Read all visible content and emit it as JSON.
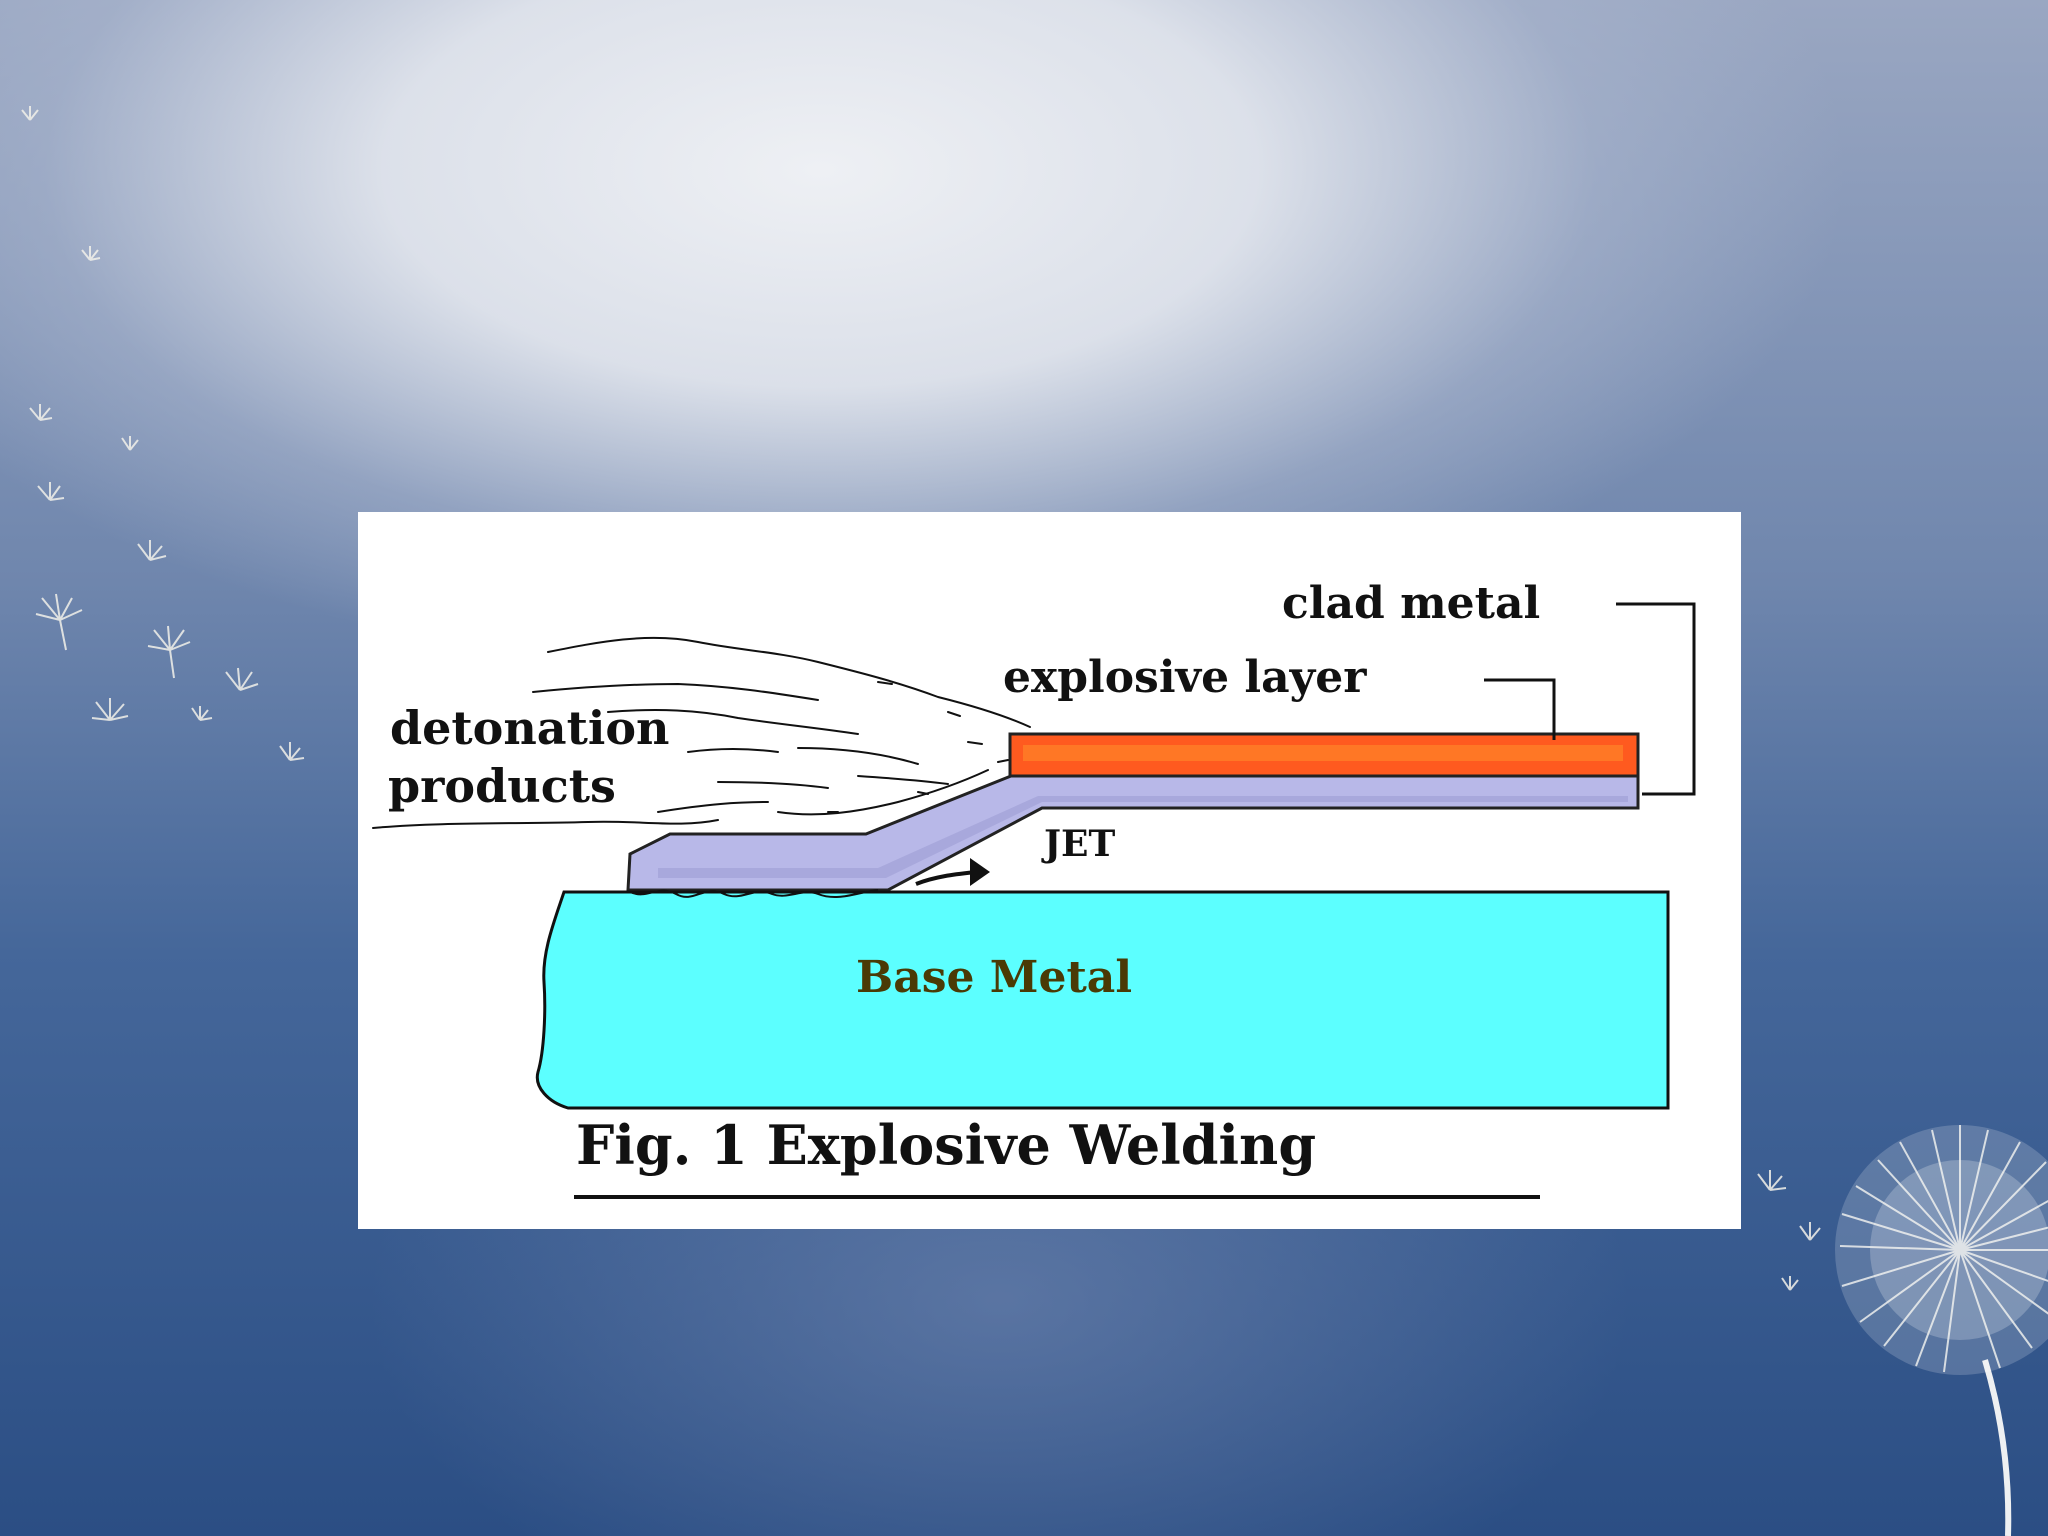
{
  "figure": {
    "labels": {
      "clad_metal": "clad metal",
      "explosive_layer": "explosive layer",
      "detonation_line1": "detonation",
      "detonation_line2": "products",
      "jet": "JET",
      "base_metal": "Base Metal"
    },
    "caption": "Fig. 1 Explosive Welding"
  },
  "colors": {
    "explosive": "#ff5a1f",
    "clad": "#b8b8e8",
    "base": "#5cffff",
    "base_label": "#4a3a05"
  }
}
